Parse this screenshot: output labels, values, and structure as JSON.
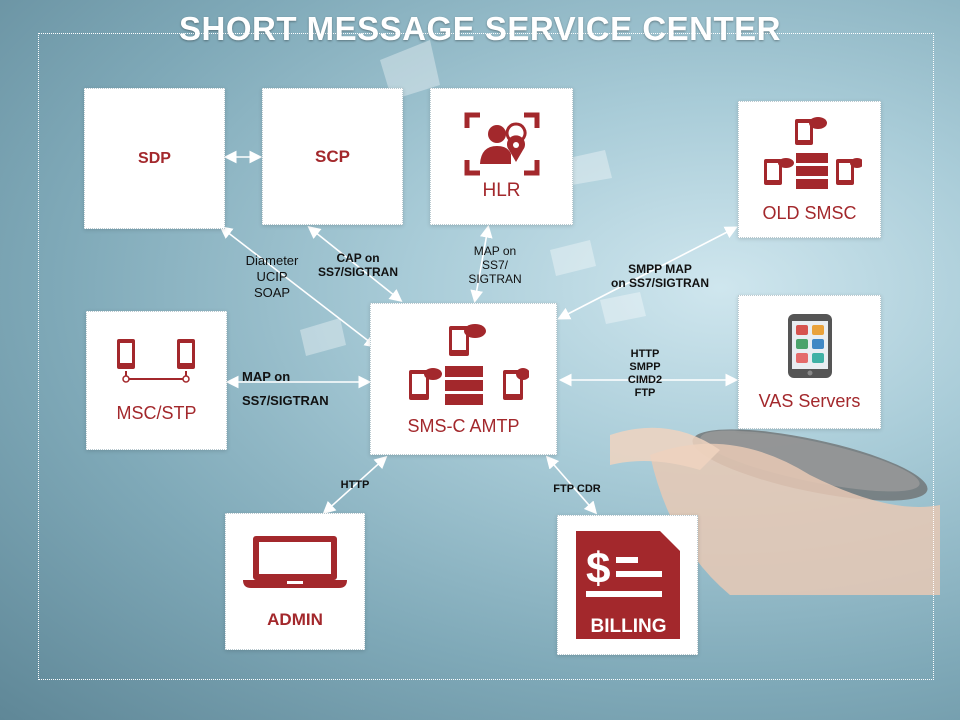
{
  "title": "SHORT MESSAGE SERVICE CENTER",
  "colors": {
    "accent": "#a3282c",
    "line": "#ffffff"
  },
  "nodes": {
    "sdp": {
      "label": "SDP"
    },
    "scp": {
      "label": "SCP"
    },
    "hlr": {
      "label": "HLR",
      "icon": "user-location-icon"
    },
    "old_smsc": {
      "label": "OLD SMSC",
      "icon": "server-phones-icon"
    },
    "msc_stp": {
      "label": "MSC/STP",
      "icon": "two-phones-icon"
    },
    "smsc_amtp": {
      "label": "SMS-C AMTP",
      "icon": "server-phones-icon"
    },
    "vas": {
      "label": "VAS Servers",
      "icon": "smartphone-apps-icon"
    },
    "admin": {
      "label": "ADMIN",
      "icon": "laptop-icon"
    },
    "billing": {
      "label": "BILLING",
      "icon": "invoice-dollar-icon"
    }
  },
  "edges": {
    "sdp_amtp": {
      "lines": [
        "Diameter",
        "UCIP",
        "SOAP"
      ]
    },
    "scp_amtp": {
      "lines": [
        "CAP on",
        "SS7/SIGTRAN"
      ]
    },
    "hlr_amtp": {
      "lines": [
        "MAP on",
        "SS7/",
        "SIGTRAN"
      ]
    },
    "oldsmsc_amtp": {
      "lines": [
        "SMPP MAP",
        "on SS7/SIGTRAN"
      ]
    },
    "msc_amtp": {
      "lines": [
        "MAP on",
        "SS7/SIGTRAN"
      ]
    },
    "vas_amtp": {
      "lines": [
        "HTTP",
        "SMPP",
        "CIMD2",
        "FTP"
      ]
    },
    "admin_amtp": {
      "lines": [
        "HTTP"
      ]
    },
    "billing_amtp": {
      "lines": [
        "FTP CDR"
      ]
    }
  }
}
